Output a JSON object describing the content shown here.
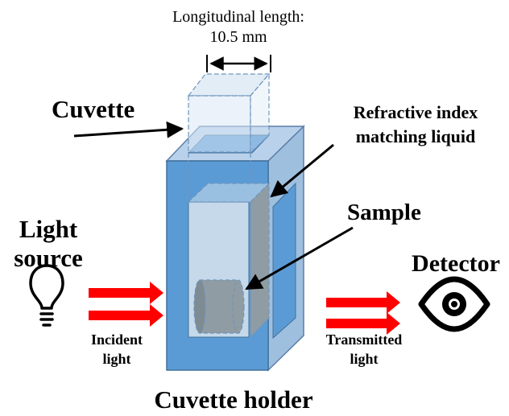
{
  "labels": {
    "length_line1": "Longitudinal length:",
    "length_line2": "10.5 mm",
    "cuvette": "Cuvette",
    "refractive_line1": "Refractive index",
    "refractive_line2": "matching liquid",
    "sample": "Sample",
    "light_line1": "Light",
    "light_line2": "source",
    "detector": "Detector",
    "incident_line1": "Incident",
    "incident_line2": "light",
    "transmitted_line1": "Transmitted",
    "transmitted_line2": "light",
    "holder": "Cuvette holder"
  },
  "icons": {
    "light_source": "light-bulb-icon",
    "detector": "eye-icon"
  },
  "colors": {
    "holder_front": "#5b9bd5",
    "holder_side": "#9fbfdf",
    "holder_top": "#b9d1ea",
    "liquid": "#8f9ca3",
    "cuvette": "#dbe8f4",
    "arrow": "#ff0000",
    "text": "#000000"
  }
}
